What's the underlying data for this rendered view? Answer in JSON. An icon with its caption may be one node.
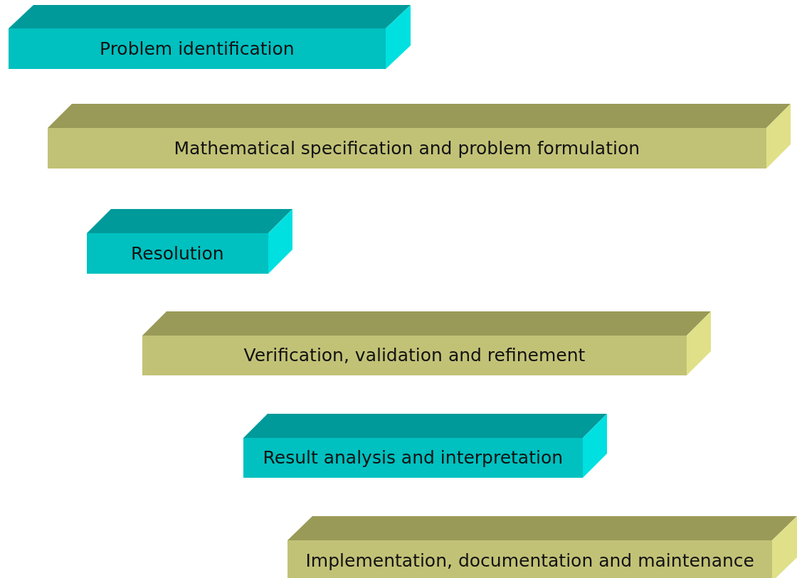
{
  "diagram": {
    "nodes": [
      {
        "text": [
          "Problem identification"
        ]
      },
      {
        "text": [
          "Mathematical specification and problem formulation"
        ]
      },
      {
        "text": [
          "Resolution"
        ]
      },
      {
        "text": [
          "Verification, validation and refinement"
        ]
      },
      {
        "text": [
          "Result analysis and interpretation"
        ]
      },
      {
        "text": [
          "Implementation, documentation and maintenance"
        ]
      }
    ]
  }
}
